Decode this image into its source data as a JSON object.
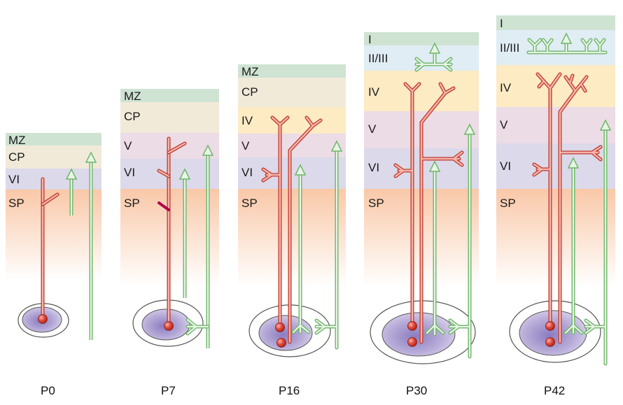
{
  "colors": {
    "mz": "#cfe3d3",
    "cp": "#f2ead9",
    "iv": "#fcebc3",
    "v": "#ecdce6",
    "vi": "#dbd9ea",
    "sp": "#f9c8a8",
    "i": "#cfe3d3",
    "ii_iii": "#e0edf4",
    "axon_red": "#e8756a",
    "axon_red_dark": "#c0392b",
    "thal_green": "#8fcf8a",
    "nucleus_fill": "#a99bd0",
    "branch_dark": "#b0004a"
  },
  "panels": [
    {
      "stage": "P0",
      "layers": [
        {
          "label": "MZ",
          "color": "#cfe3d3"
        },
        {
          "label": "CP",
          "color": "#f2ead9"
        },
        {
          "label": "VI",
          "color": "#dbd9ea"
        },
        {
          "label": "SP",
          "color": "#f9c8a8"
        }
      ]
    },
    {
      "stage": "P7",
      "layers": [
        {
          "label": "MZ",
          "color": "#cfe3d3"
        },
        {
          "label": "CP",
          "color": "#f2ead9"
        },
        {
          "label": "V",
          "color": "#ecdce6"
        },
        {
          "label": "VI",
          "color": "#dbd9ea"
        },
        {
          "label": "SP",
          "color": "#f9c8a8"
        }
      ]
    },
    {
      "stage": "P16",
      "layers": [
        {
          "label": "MZ",
          "color": "#cfe3d3"
        },
        {
          "label": "CP",
          "color": "#f2ead9"
        },
        {
          "label": "IV",
          "color": "#fcebc3"
        },
        {
          "label": "V",
          "color": "#ecdce6"
        },
        {
          "label": "VI",
          "color": "#dbd9ea"
        },
        {
          "label": "SP",
          "color": "#f9c8a8"
        }
      ]
    },
    {
      "stage": "P30",
      "layers": [
        {
          "label": "I",
          "color": "#cfe3d3"
        },
        {
          "label": "II/III",
          "color": "#e0edf4"
        },
        {
          "label": "IV",
          "color": "#fcebc3"
        },
        {
          "label": "V",
          "color": "#ecdce6"
        },
        {
          "label": "VI",
          "color": "#dbd9ea"
        },
        {
          "label": "SP",
          "color": "#f9c8a8"
        }
      ]
    },
    {
      "stage": "P42",
      "layers": [
        {
          "label": "I",
          "color": "#cfe3d3"
        },
        {
          "label": "II/III",
          "color": "#e0edf4"
        },
        {
          "label": "IV",
          "color": "#fcebc3"
        },
        {
          "label": "V",
          "color": "#ecdce6"
        },
        {
          "label": "VI",
          "color": "#dbd9ea"
        },
        {
          "label": "SP",
          "color": "#f9c8a8"
        }
      ]
    }
  ]
}
